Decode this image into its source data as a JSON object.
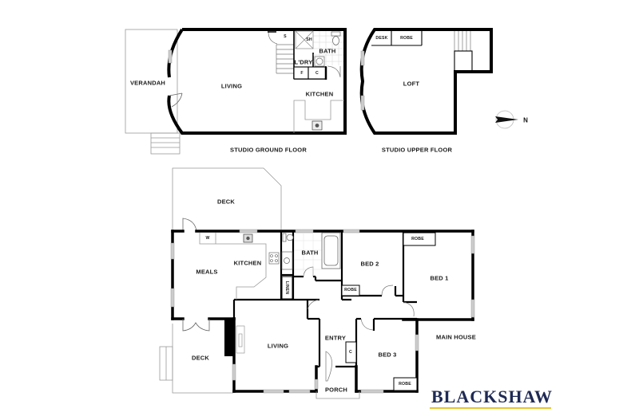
{
  "plan_titles": {
    "studio_ground": "STUDIO GROUND FLOOR",
    "studio_upper": "STUDIO UPPER FLOOR",
    "main_house": "MAIN HOUSE"
  },
  "studio_ground": {
    "rooms": {
      "verandah": "VERANDAH",
      "living": "LIVING",
      "bath": "BATH",
      "laundry": "L'DRY",
      "kitchen": "KITCHEN"
    },
    "fixtures": {
      "stair_start": "S",
      "shower": "SH",
      "fridge": "F",
      "cupboard": "C"
    }
  },
  "studio_upper": {
    "rooms": {
      "loft": "LOFT",
      "desk": "DESK",
      "robe": "ROBE"
    }
  },
  "main_house": {
    "rooms": {
      "deck_top": "DECK",
      "meals": "MEALS",
      "kitchen": "KITCHEN",
      "bath": "BATH",
      "bed2": "BED 2",
      "bed1": "BED 1",
      "living": "LIVING",
      "entry": "ENTRY",
      "bed3": "BED 3",
      "deck_side": "DECK",
      "porch": "PORCH"
    },
    "fixtures": {
      "washer": "W",
      "linen": "LINEN",
      "cupboard": "C",
      "robe_bed1": "ROBE",
      "robe_bed2": "ROBE",
      "robe_bed3": "ROBE"
    }
  },
  "compass": {
    "label": "N",
    "icon": "north-arrow-icon"
  },
  "brand": {
    "name": "BLACKSHAW",
    "text_color": "#1f2a55",
    "underline_color": "#e6c72e"
  }
}
